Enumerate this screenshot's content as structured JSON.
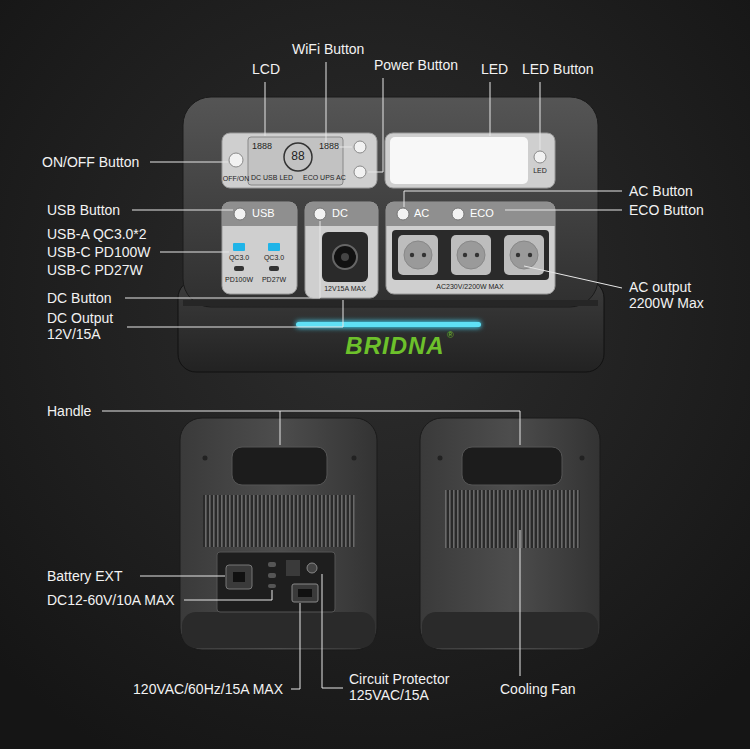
{
  "diagram": {
    "labels": [
      "WiFi Button",
      "LCD",
      "Power Button",
      "LED",
      "LED Button",
      "ON/OFF Button",
      "AC Button",
      "ECO Button",
      "USB Button",
      "USB-A QC3.0*2",
      "USB-C PD100W",
      "USB-C PD27W",
      "AC output 2200W Max",
      "DC Button",
      "DC Output 12V/15A",
      "Handle",
      "Battery EXT",
      "DC12-60V/10A MAX",
      "120VAC/60Hz/15A MAX",
      "Circuit Protector 125VAC/15A",
      "Cooling Fan",
      "1888",
      "88",
      "1888",
      "OFF/ON",
      "DC USB LED",
      "ECO UPS AC",
      "LED",
      "USB",
      "DC",
      "AC",
      "ECO",
      "QC3.0",
      "QC3.0",
      "PD100W",
      "PD27W",
      "12V15A MAX",
      "AC230V/2200W MAX",
      "BRIDNA",
      "®"
    ]
  }
}
